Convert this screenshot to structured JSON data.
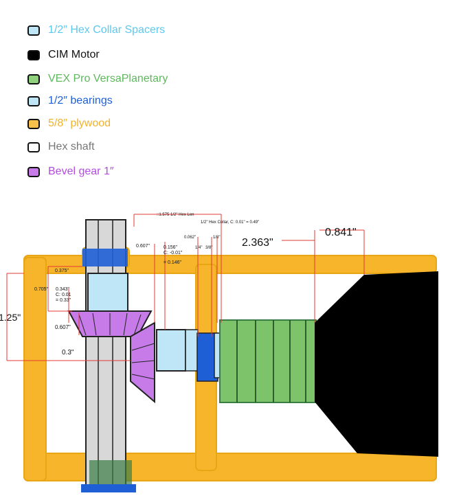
{
  "legend": [
    {
      "label": "1/2″ Hex Collar Spacers",
      "color": "#5bc8f0",
      "fill": "#bfe6f7"
    },
    {
      "label": "CIM Motor",
      "color": "#000000",
      "fill": "#000000"
    },
    {
      "label": "VEX Pro VersaPlanetary",
      "color": "#5cb85c",
      "fill": "#8fd17c"
    },
    {
      "label": "1/2″ bearings",
      "color": "#1f5fd6",
      "fill": "#bfe6f7"
    },
    {
      "label": "5/8″ plywood",
      "color": "#f2b229",
      "fill": "#f7c04a"
    },
    {
      "label": "Hex shaft",
      "color": "#777777",
      "fill": "#ffffff"
    },
    {
      "label": "Bevel gear 1″",
      "color": "#b44be0",
      "fill": "#c77be8"
    }
  ],
  "dimensions": {
    "hex_len": "::1.575 1/2\" Hex Len",
    "hex_collar": "1/2\" Hex Collar, C: 0.01\" = 0.49\"",
    "d_0607_top": "0.607\"",
    "d_0156": "0.156\"",
    "d_c001": "C: -0.01\"",
    "d_0146": "= 0.146\"",
    "d_0062": "0.062\"",
    "d_14": "1/4\"",
    "d_38": "3/8\"",
    "d_18": "1/8\"",
    "d_2363": "2.363\"",
    "d_0841": "0.841\"",
    "d_0375": "0.375\"",
    "d_0705": "0.705\"",
    "d_0343": "0.343\"",
    "d_c001b": "C: 0.01",
    "d_033": "= 0.33\"",
    "d_125": "1.25\"",
    "d_0607_left": "0.607\"",
    "d_03": "0.3\""
  },
  "colors": {
    "plywood": "#f7b52b",
    "hex_collar": "#bfe6f7",
    "bearing": "#1f5fd6",
    "planetary": "#7cc36a",
    "bevel": "#c77be8",
    "shaft": "#d8d8d8",
    "motor": "#000000",
    "dimension": "#e53935"
  }
}
